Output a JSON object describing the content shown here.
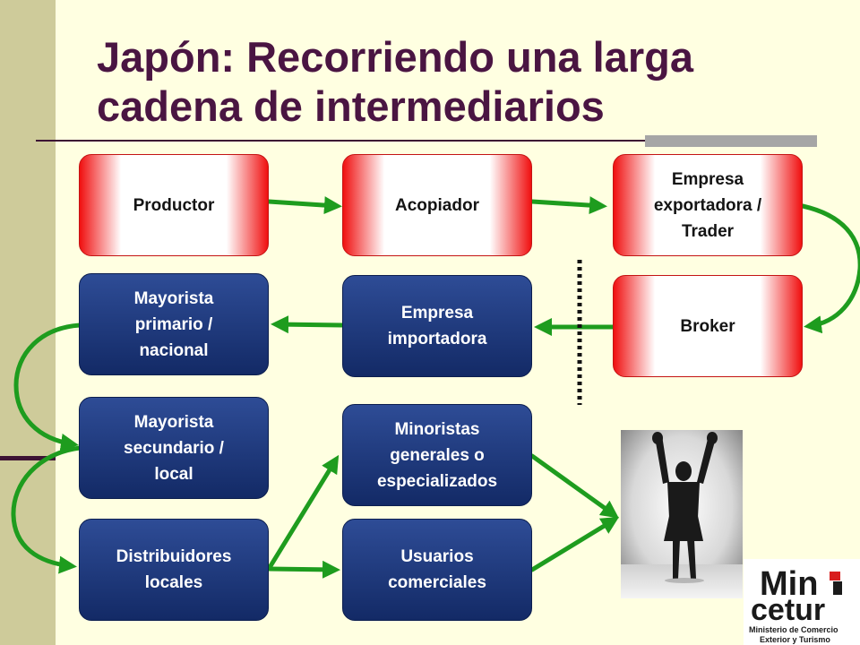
{
  "title": "Japón: Recorriendo una larga cadena de intermediarios",
  "boxes": {
    "productor": "Productor",
    "acopiador": "Acopiador",
    "exportadora": "Empresa\nexportadora /\nTrader",
    "broker": "Broker",
    "importadora": "Empresa\nimportadora",
    "mayorista_primario": "Mayorista\nprimario /\nnacional",
    "mayorista_secundario": "Mayorista\nsecundario /\nlocal",
    "distribuidores": "Distribuidores\nlocales",
    "minoristas": "Minoristas\ngenerales o\nespecializados",
    "usuarios": "Usuarios\ncomerciales"
  },
  "logo": {
    "line1": "Min",
    "line2": "cetur",
    "line3": "Ministerio de Comercio",
    "line4": "Exterior y Turismo"
  },
  "colors": {
    "arrow": "#1E9C1E",
    "title": "#4A1542",
    "box_red": "#F01010",
    "box_blue": "#132A66"
  }
}
